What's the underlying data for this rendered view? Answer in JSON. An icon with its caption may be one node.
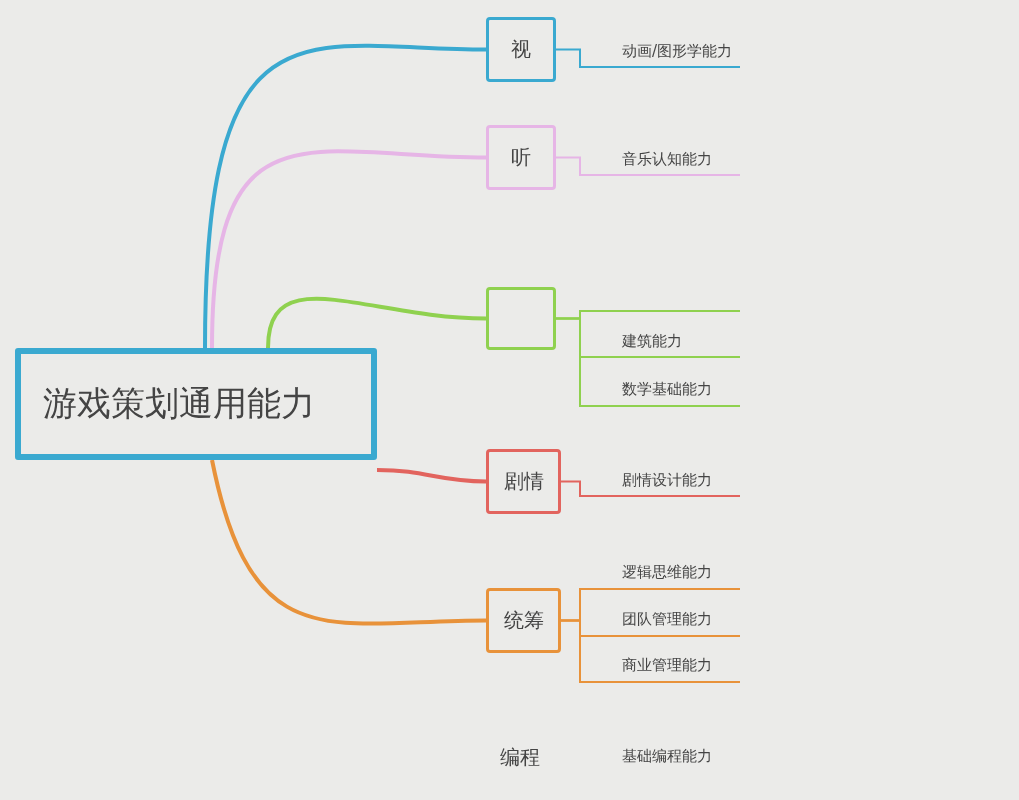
{
  "diagram": {
    "nodes": [
      {
        "text": [
          "游戏策划通用能力"
        ]
      },
      {
        "text": [
          "视"
        ]
      },
      {
        "text": [
          "动画/图形学能力"
        ]
      },
      {
        "text": [
          "听"
        ]
      },
      {
        "text": [
          "音乐认知能力"
        ]
      },
      {
        "text": [],
        "shape": "box"
      },
      {
        "text": [],
        "shape": "bar"
      },
      {
        "text": [
          "建筑能力"
        ]
      },
      {
        "text": [
          "数学基础能力"
        ]
      },
      {
        "text": [
          "剧情"
        ]
      },
      {
        "text": [
          "剧情设计能力"
        ]
      },
      {
        "text": [
          "统筹"
        ]
      },
      {
        "text": [
          "逻辑思维能力"
        ]
      },
      {
        "text": [
          "团队管理能力"
        ]
      },
      {
        "text": [
          "商业管理能力"
        ]
      }
    ],
    "edges": [
      {
        "from": 0,
        "to": 1,
        "arrow": "none",
        "style": "thick",
        "color": "#3aa9d0"
      },
      {
        "from": 0,
        "to": 3,
        "arrow": "none",
        "style": "thick",
        "color": "#e6b5e6"
      },
      {
        "from": 0,
        "to": 5,
        "arrow": "none",
        "style": "thick",
        "color": "#8fd14f"
      },
      {
        "from": 0,
        "to": 9,
        "arrow": "none",
        "style": "thick",
        "color": "#e2645e"
      },
      {
        "from": 0,
        "to": 11,
        "arrow": "none",
        "style": "thick",
        "color": "#e8923a"
      },
      {
        "from": 1,
        "to": 2,
        "arrow": "none",
        "color": "#3aa9d0"
      },
      {
        "from": 3,
        "to": 4,
        "arrow": "none",
        "color": "#e6b5e6"
      },
      {
        "from": 5,
        "to": 6,
        "arrow": "none",
        "color": "#8fd14f"
      },
      {
        "from": 5,
        "to": 7,
        "arrow": "none",
        "color": "#8fd14f"
      },
      {
        "from": 5,
        "to": 8,
        "arrow": "none",
        "color": "#8fd14f"
      },
      {
        "from": 9,
        "to": 10,
        "arrow": "none",
        "color": "#e2645e"
      },
      {
        "from": 11,
        "to": 12,
        "arrow": "none",
        "color": "#e8923a"
      },
      {
        "from": 11,
        "to": 13,
        "arrow": "none",
        "color": "#e8923a"
      },
      {
        "from": 11,
        "to": 14,
        "arrow": "none",
        "color": "#e8923a"
      }
    ],
    "labels": [
      "编程",
      "基础编程能力"
    ]
  }
}
